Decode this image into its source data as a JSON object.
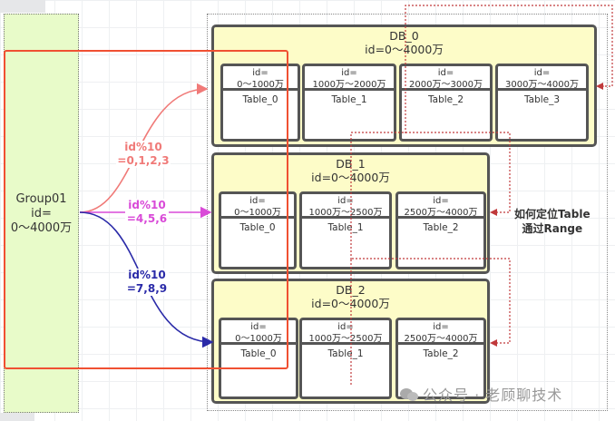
{
  "group": {
    "name": "Group01",
    "range_line1": "id=",
    "range_line2": "0～4000万"
  },
  "routes": [
    {
      "label_line1": "id%10",
      "label_line2": "=0,1,2,3",
      "color": "#f07a78",
      "target": "DB_0"
    },
    {
      "label_line1": "id%10",
      "label_line2": "=4,5,6",
      "color": "#d94ad8",
      "target": "DB_1"
    },
    {
      "label_line1": "id%10",
      "label_line2": "=7,8,9",
      "color": "#2a2aa8",
      "target": "DB_2"
    }
  ],
  "databases": [
    {
      "name": "DB_0",
      "range": "id=0～4000万",
      "tables": [
        {
          "head1": "id=",
          "head2": "0～1000万",
          "name": "Table_0"
        },
        {
          "head1": "id=",
          "head2": "1000万～2000万",
          "name": "Table_1"
        },
        {
          "head1": "id=",
          "head2": "2000万～3000万",
          "name": "Table_2"
        },
        {
          "head1": "id=",
          "head2": "3000万～4000万",
          "name": "Table_3"
        }
      ]
    },
    {
      "name": "DB_1",
      "range": "id=0～4000万",
      "tables": [
        {
          "head1": "id=",
          "head2": "0～1000万",
          "name": "Table_0"
        },
        {
          "head1": "id=",
          "head2": "1000万～2500万",
          "name": "Table_1"
        },
        {
          "head1": "id=",
          "head2": "2500万～4000万",
          "name": "Table_2"
        }
      ]
    },
    {
      "name": "DB_2",
      "range": "id=0～4000万",
      "tables": [
        {
          "head1": "id=",
          "head2": "0～1000万",
          "name": "Table_0"
        },
        {
          "head1": "id=",
          "head2": "1000万～2500万",
          "name": "Table_1"
        },
        {
          "head1": "id=",
          "head2": "2500万～4000万",
          "name": "Table_2"
        }
      ]
    }
  ],
  "note": {
    "line1": "如何定位Table",
    "line2": "通过Range"
  },
  "watermark": "公众号 · 老顾聊技术",
  "colors": {
    "highlight_box": "#f05032",
    "dotted_connector": "#c0393b",
    "db_fill": "#fdfcc8",
    "group_fill": "#e8fbc9"
  }
}
